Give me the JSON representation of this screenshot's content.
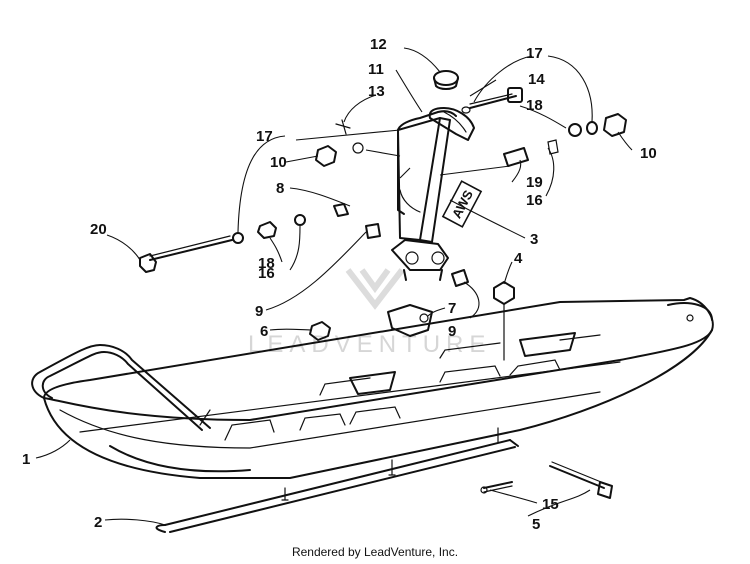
{
  "watermark": {
    "text": "LEADVENTURE"
  },
  "decal": {
    "text": "AWS"
  },
  "callouts": [
    "1",
    "2",
    "3",
    "4",
    "5",
    "6",
    "7",
    "8",
    "9",
    "9",
    "10",
    "10",
    "11",
    "12",
    "13",
    "14",
    "15",
    "16",
    "16",
    "17",
    "17",
    "18",
    "18",
    "19",
    "20"
  ],
  "footer": {
    "text": "Rendered by LeadVenture, Inc."
  }
}
